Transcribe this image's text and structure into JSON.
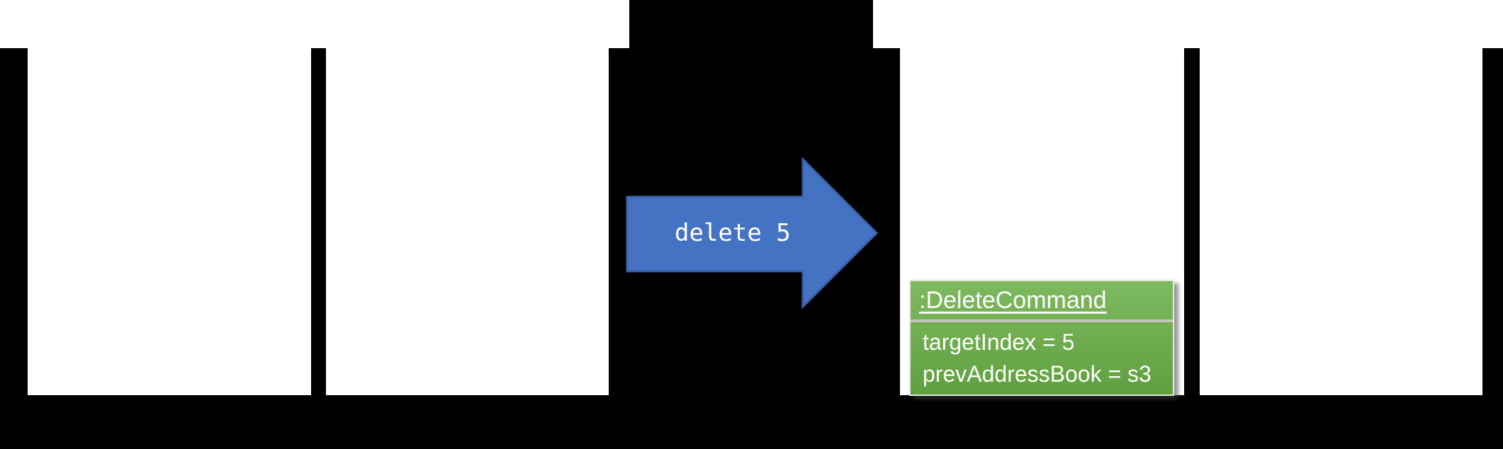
{
  "background_color": "#000000",
  "top_band": {
    "color": "#ffffff"
  },
  "panels": {
    "count": 4,
    "color": "#ffffff"
  },
  "arrow": {
    "label": "delete 5",
    "fill_color": "#4573c4",
    "border_color": "#3a63a8",
    "text_color": "#ffffff"
  },
  "command_box": {
    "title": ":DeleteCommand",
    "attributes": [
      "targetIndex = 5",
      "prevAddressBook = s3"
    ],
    "gradient_top": "#7eb95f",
    "gradient_bottom": "#60a040",
    "divider_color": "#c2c6bd",
    "border_color": "#e3e8de",
    "text_color": "#ffffff"
  }
}
